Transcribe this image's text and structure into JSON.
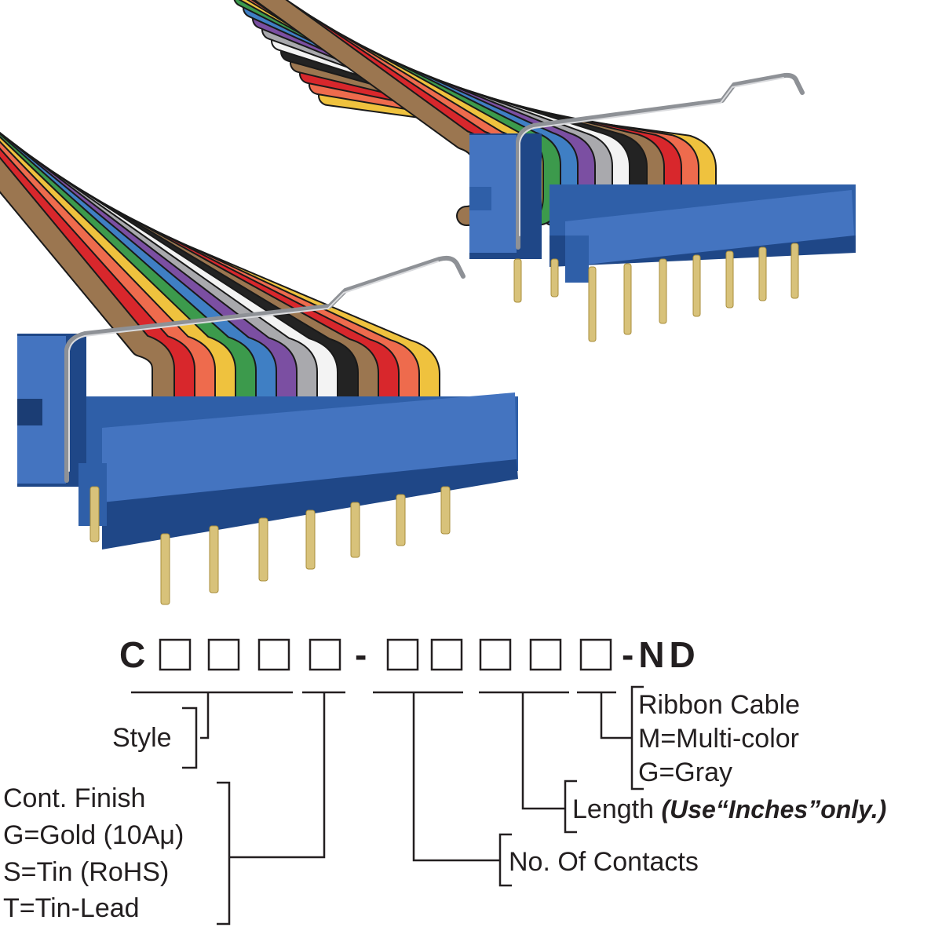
{
  "cable_colors": [
    "#9b7650",
    "#d8272c",
    "#ee6b4d",
    "#efc23e",
    "#3c9a4c",
    "#3f7fc4",
    "#7b4fa2",
    "#a9a9ad",
    "#f3f3f3",
    "#232323",
    "#9b7650",
    "#d8272c",
    "#ee6b4d",
    "#efc23e"
  ],
  "colors": {
    "housing": "#2f5fa8",
    "pin": "#d8c27a",
    "clip": "#8e9196",
    "text": "#231f20"
  },
  "part_number": {
    "prefix": "C",
    "separator": "-",
    "suffix": "-ND"
  },
  "labels": {
    "style": "Style",
    "cont_finish": [
      "Cont. Finish",
      "G=Gold (10Aμ)",
      "S=Tin (RoHS)",
      "T=Tin-Lead"
    ],
    "ribbon_cable": [
      "Ribbon Cable",
      "M=Multi-color",
      "G=Gray"
    ],
    "length_main": "Length ",
    "length_note": "(Use“Inches”only.)",
    "contacts": "No. Of Contacts"
  }
}
